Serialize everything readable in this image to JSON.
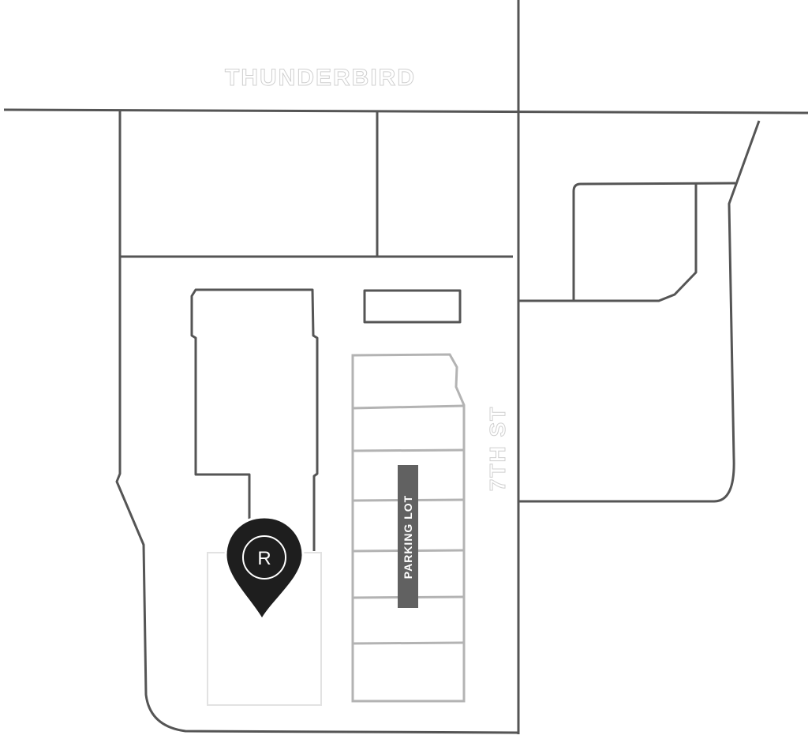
{
  "streets": {
    "north": "THUNDERBIRD",
    "east": "7TH ST"
  },
  "areas": {
    "parking": "PARKING LOT"
  },
  "marker": {
    "letter": "R",
    "icon": "location-pin-icon"
  },
  "colors": {
    "road": "#555555",
    "parking_outline": "#b3b3b3",
    "parking_label_bg": "#616161",
    "pin": "#1e1e1e"
  }
}
